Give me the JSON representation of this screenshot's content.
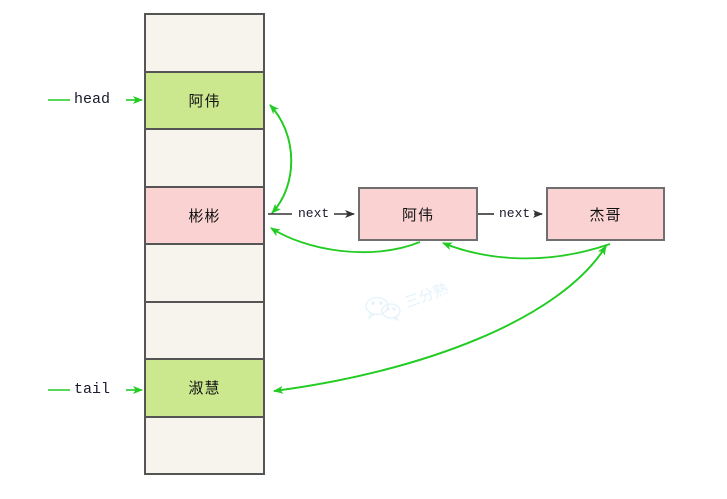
{
  "diagram": {
    "title": "HashMap bucket array with linked list chain",
    "colors": {
      "green_cell": "#cbe88f",
      "pink_cell": "#fad2d2",
      "empty_cell": "#f7f4ee",
      "cell_border": "#555555",
      "node_border": "#6f6f6f",
      "green_arrow": "#22cc22",
      "black_arrow": "#333333",
      "watermark": "#cfe8f7"
    }
  },
  "array": {
    "name": "bucket-array",
    "slot_count": 8,
    "slots": [
      {
        "index": 0,
        "label": "",
        "fill": "empty"
      },
      {
        "index": 1,
        "label": "阿伟",
        "fill": "green"
      },
      {
        "index": 2,
        "label": "",
        "fill": "empty"
      },
      {
        "index": 3,
        "label": "彬彬",
        "fill": "pink"
      },
      {
        "index": 4,
        "label": "",
        "fill": "empty"
      },
      {
        "index": 5,
        "label": "",
        "fill": "empty"
      },
      {
        "index": 6,
        "label": "淑慧",
        "fill": "green"
      },
      {
        "index": 7,
        "label": "",
        "fill": "empty"
      }
    ]
  },
  "nodes": [
    {
      "id": "node-awei",
      "label": "阿伟"
    },
    {
      "id": "node-jiege",
      "label": "杰哥"
    }
  ],
  "pointers": {
    "head": "head",
    "tail": "tail"
  },
  "edges": {
    "next_1": "next",
    "next_2": "next"
  },
  "watermark": {
    "text": "三分熟"
  }
}
